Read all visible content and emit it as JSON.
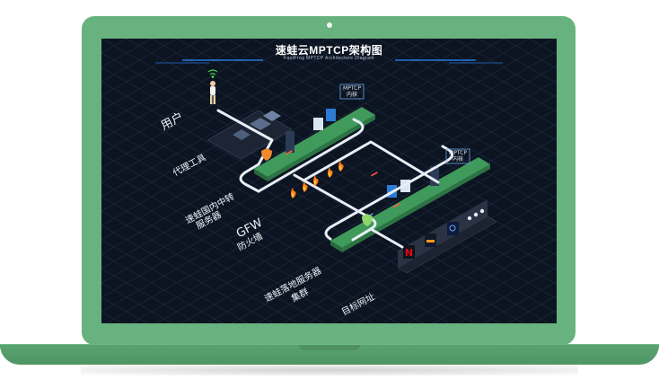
{
  "title": "速蛙云MPTCP架构图",
  "subtitle": "FastFrog MPTCP Architecture Diagram",
  "labels": {
    "user": "用户",
    "proxy": "代理工具",
    "relay_line1": "速蛙国内中转",
    "relay_line2": "服务器",
    "gfw_line1": "GFW",
    "gfw_line2": "防火墙",
    "landing_line1": "速蛙落地服务器",
    "landing_line2": "集群",
    "target": "目标网址"
  },
  "kernel_tags": {
    "upper_line1": "MPTCP",
    "upper_line2": "内核",
    "lower_line1": "MPTCP",
    "lower_line2": "内核"
  },
  "colors": {
    "laptop": "#67b27e",
    "screen": "#0c1422",
    "grid": "#1e2a3f",
    "platform": "#3f9a5b",
    "path": "#e8eef6",
    "accent_blue": "#1a8cff"
  },
  "services": [
    {
      "name": "netflix-logo",
      "color": "#e50914"
    },
    {
      "name": "prime-video-logo",
      "color": "#00a8e1"
    },
    {
      "name": "disney-logo",
      "color": "#1f3a8a"
    }
  ]
}
